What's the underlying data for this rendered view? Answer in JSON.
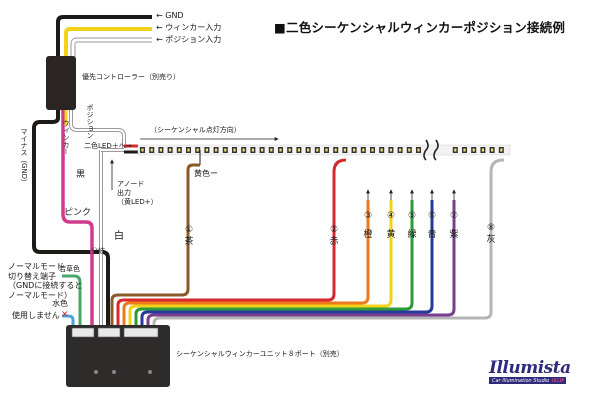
{
  "title": "■二色シーケンシャルウィンカーポジション接続例",
  "top_labels": {
    "gnd": "← GND",
    "winker_in": "← ウィンカー入力",
    "position_in": "← ポジション入力"
  },
  "controller_label": "優先コントローラー（別売り）",
  "led_labels": {
    "direction": "（シーケンシャル点灯方向）",
    "two_color_led": "二色LED＋へ→",
    "anode": "アノード\n出力\n（黄LED+）",
    "yellow_minus": "黄色ー"
  },
  "wire_labels": {
    "minus_gnd": "マイナス（GND）",
    "winker": "ウィンカー",
    "position": "ポジション",
    "black": "黒",
    "pink": "ピンク",
    "white": "白",
    "branch": "分岐",
    "light_green": "若草色",
    "light_blue": "水色"
  },
  "mode_note": "ノーマルモード\n切り替え端子\n（GNDに接続すると\nノーマルモード）",
  "unused": "使用しません",
  "unused_mark": "✕",
  "unit_label": "シーケンシャルウィンカーユニット８ポート（別売）",
  "ports": [
    {
      "num": "①",
      "name": "茶"
    },
    {
      "num": "②",
      "name": "赤"
    },
    {
      "num": "③",
      "name": "橙"
    },
    {
      "num": "④",
      "name": "黄"
    },
    {
      "num": "⑤",
      "name": "緑"
    },
    {
      "num": "⑥",
      "name": "青"
    },
    {
      "num": "⑦",
      "name": "紫"
    },
    {
      "num": "⑧",
      "name": "灰"
    }
  ],
  "colors": {
    "black": "#1e1a18",
    "yellow": "#f3d21b",
    "pink": "#d23b8c",
    "white": "#c8c8c8",
    "brown": "#8a5a2b",
    "red": "#d7282f",
    "orange": "#ee7a1c",
    "green": "#2e9a3a",
    "blue": "#253a9a",
    "purple": "#7a3d8f",
    "gray": "#b5b5b5",
    "light_green": "#46a868",
    "light_blue": "#4aa3d8",
    "controller": "#2a2423",
    "unit": "#2e2b2b"
  },
  "logo": {
    "main": "Illumista",
    "sub_prefix": "Car Illumination Studio",
    "sub_accent": "ｲﾙﾐｽﾀ"
  }
}
